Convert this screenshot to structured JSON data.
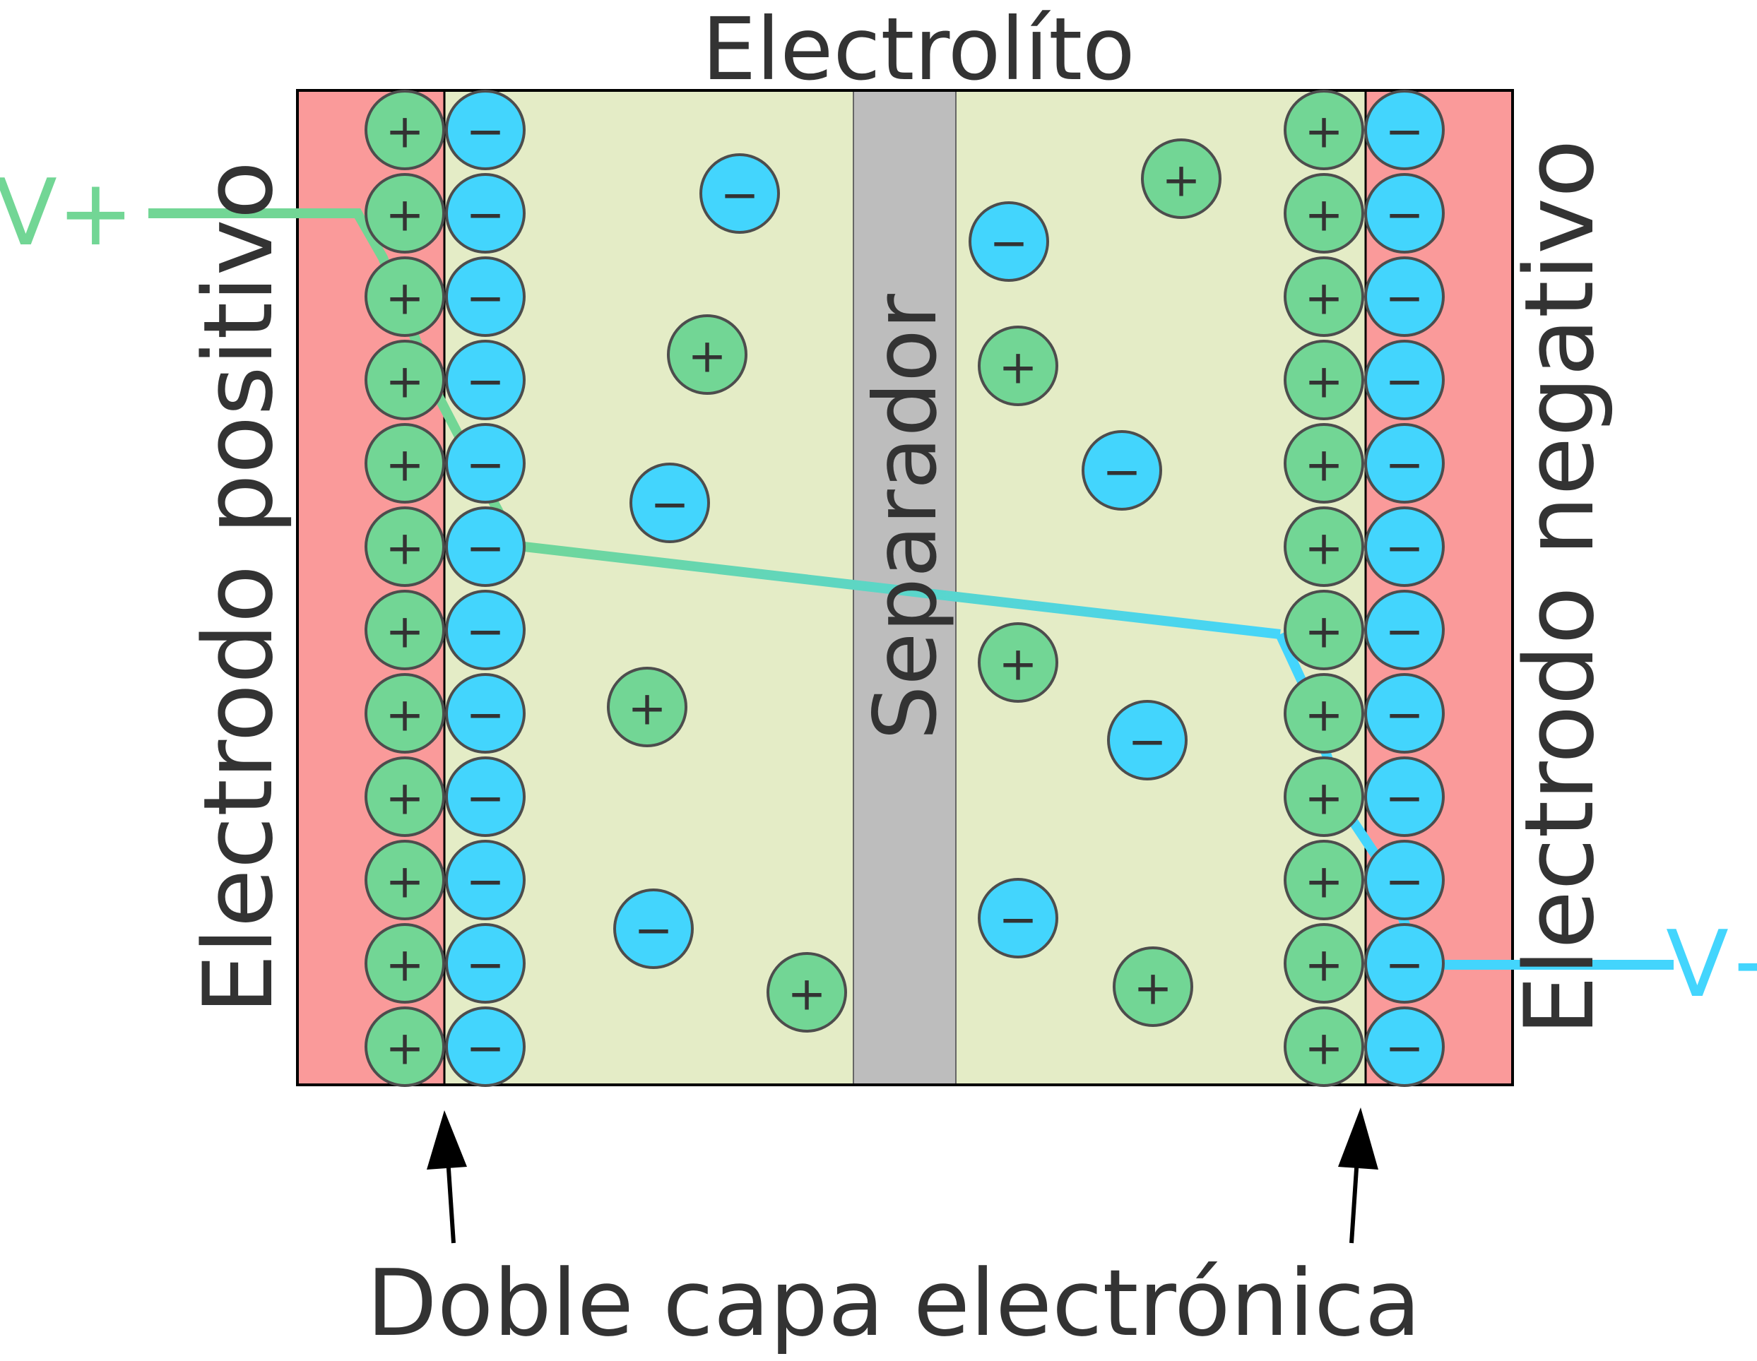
{
  "labels": {
    "electrolyte": "Electrolíto",
    "separator": "Separador",
    "positive_electrode": "Electrodo positivo",
    "negative_electrode": "Electrodo negativo",
    "v_plus": "V+",
    "v_minus": "V−",
    "double_layer": "Doble capa electrónica"
  },
  "symbols": {
    "plus": "+",
    "minus": "−"
  },
  "colors": {
    "electrode": "#fa9a9a",
    "electrolyte": "#e4ecc6",
    "separator": "#bdbdbd",
    "cation": "#72d695",
    "anion": "#43d5fd",
    "outline": "#4d4d4d",
    "text": "#333333"
  }
}
